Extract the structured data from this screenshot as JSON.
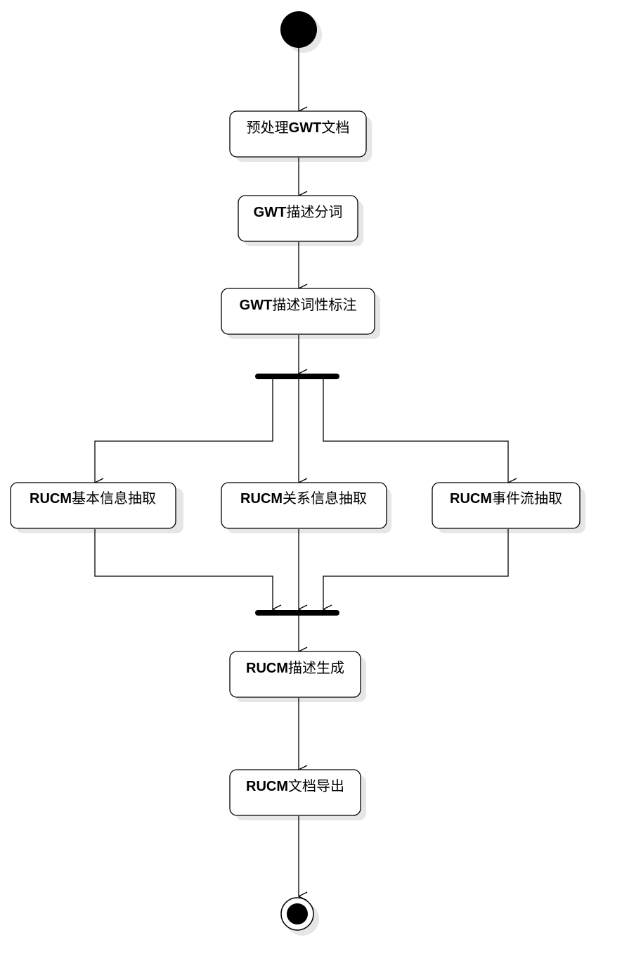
{
  "diagram": {
    "nodes": [
      {
        "id": "preprocess",
        "parts": [
          {
            "t": "预处理",
            "b": false
          },
          {
            "t": "GWT",
            "b": true
          },
          {
            "t": "文档",
            "b": false
          }
        ]
      },
      {
        "id": "tokenize",
        "parts": [
          {
            "t": "GWT",
            "b": true
          },
          {
            "t": "描述分词",
            "b": false
          }
        ]
      },
      {
        "id": "pos-tag",
        "parts": [
          {
            "t": "GWT",
            "b": true
          },
          {
            "t": "描述词性标注",
            "b": false
          }
        ]
      },
      {
        "id": "basic-info",
        "parts": [
          {
            "t": "RUCM",
            "b": true
          },
          {
            "t": "基本信息抽取",
            "b": false
          }
        ]
      },
      {
        "id": "relation-info",
        "parts": [
          {
            "t": "RUCM",
            "b": true
          },
          {
            "t": "关系信息抽取",
            "b": false
          }
        ]
      },
      {
        "id": "event-flow",
        "parts": [
          {
            "t": "RUCM",
            "b": true
          },
          {
            "t": "事件流抽取",
            "b": false
          }
        ]
      },
      {
        "id": "generate",
        "parts": [
          {
            "t": "RUCM",
            "b": true
          },
          {
            "t": "描述生成",
            "b": false
          }
        ]
      },
      {
        "id": "export",
        "parts": [
          {
            "t": "RUCM",
            "b": true
          },
          {
            "t": "文档导出",
            "b": false
          }
        ]
      }
    ],
    "colors": {
      "stroke": "#000000",
      "fill": "#ffffff",
      "shadow": "#e6e6e6"
    }
  }
}
